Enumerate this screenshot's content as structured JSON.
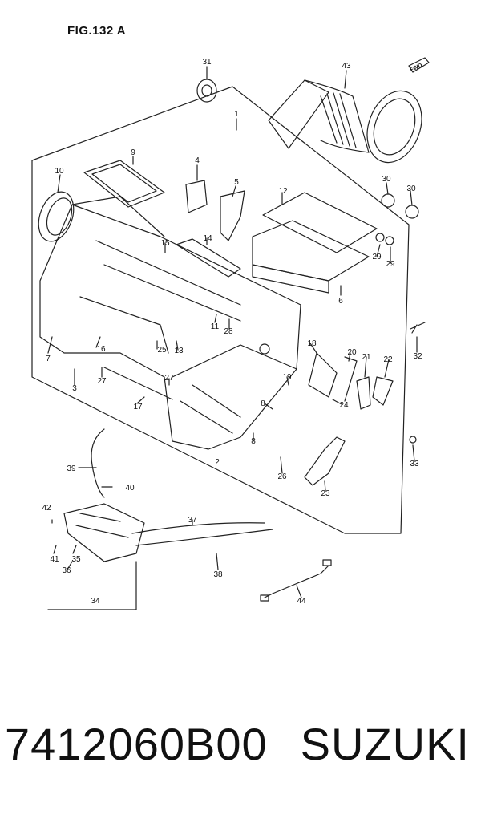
{
  "figure": {
    "title": "FIG.132 A",
    "direction_label": "FWD",
    "callouts": [
      "1",
      "2",
      "3",
      "4",
      "5",
      "6",
      "7",
      "8",
      "8",
      "9",
      "10",
      "11",
      "12",
      "13",
      "14",
      "15",
      "16",
      "17",
      "18",
      "19",
      "20",
      "21",
      "22",
      "23",
      "24",
      "25",
      "26",
      "27",
      "27",
      "28",
      "29",
      "29",
      "30",
      "30",
      "31",
      "32",
      "33",
      "34",
      "35",
      "36",
      "37",
      "38",
      "39",
      "40",
      "41",
      "42",
      "43",
      "44"
    ]
  },
  "caption": {
    "part_number": "7412060B00",
    "brand": "SUZUKI"
  }
}
